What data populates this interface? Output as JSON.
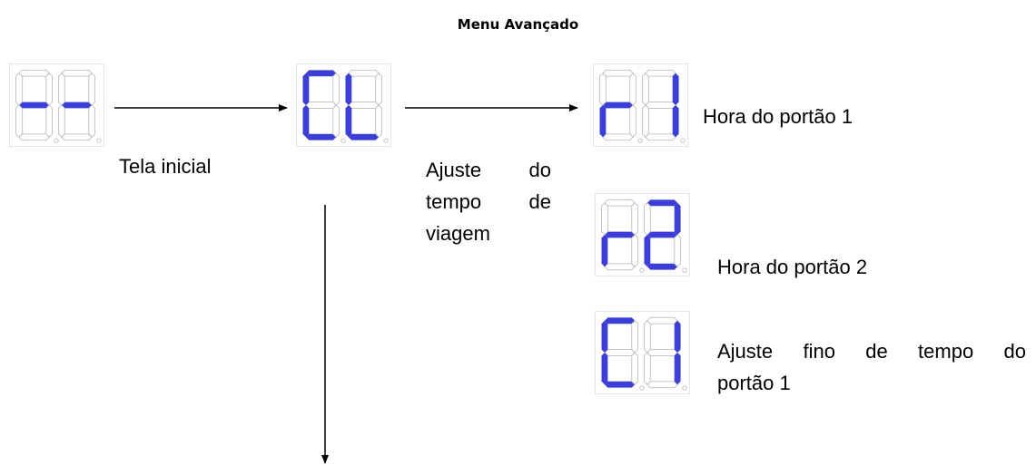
{
  "title": "Menu Avançado",
  "colors": {
    "segment_on": "#3b3fd8",
    "segment_off": "#bdbdbd",
    "line": "#000000"
  },
  "displays": [
    {
      "id": "inicial",
      "text": "--"
    },
    {
      "id": "cl",
      "text": "CL"
    },
    {
      "id": "r1",
      "text": "r1"
    },
    {
      "id": "r2",
      "text": "r2"
    },
    {
      "id": "c1",
      "text": "C1"
    }
  ],
  "labels": {
    "tela_inicial": "Tela inicial",
    "ajuste_tempo": [
      "Ajuste do",
      "tempo de",
      "viagem"
    ],
    "hora1": "Hora do portão 1",
    "hora2": "Hora do portão 2",
    "ajuste_fino": [
      "Ajuste fino de tempo do",
      "portão 1"
    ]
  }
}
